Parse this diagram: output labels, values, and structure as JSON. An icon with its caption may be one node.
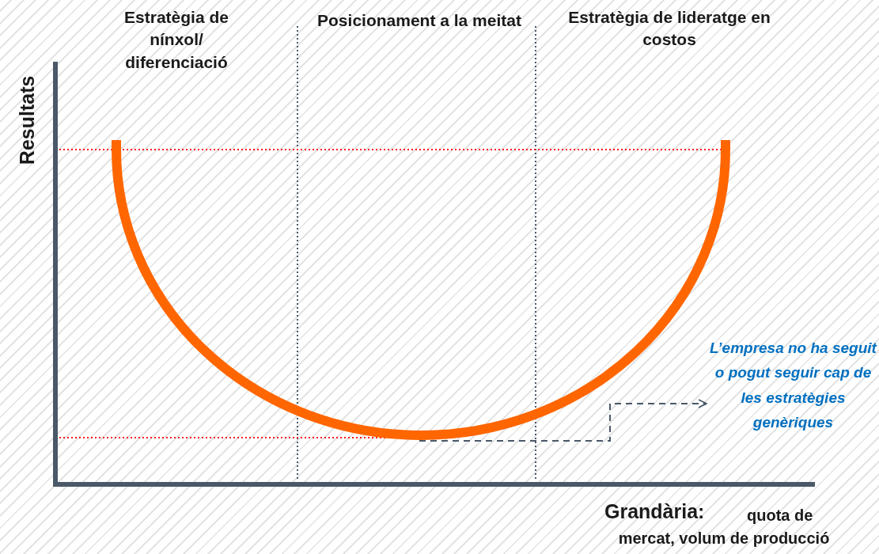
{
  "diagram": {
    "nodes": [
      {
        "text": [
          "L’empresa no ha seguit o pogut seguir cap de les estratègies genèriques"
        ]
      },
      {
        "text": [],
        "shape": "curve"
      }
    ],
    "edges": [
      {
        "from": 1,
        "to": 0,
        "arrow": "to",
        "style": "dashed"
      }
    ],
    "labels": [
      "Estratègia de nínxol/ diferenciació",
      "Posicionament a la meitat",
      "Estratègia de lideratge en costos",
      "Resultats",
      "Grandària:",
      "quota de",
      "mercat, volum de producció"
    ]
  }
}
